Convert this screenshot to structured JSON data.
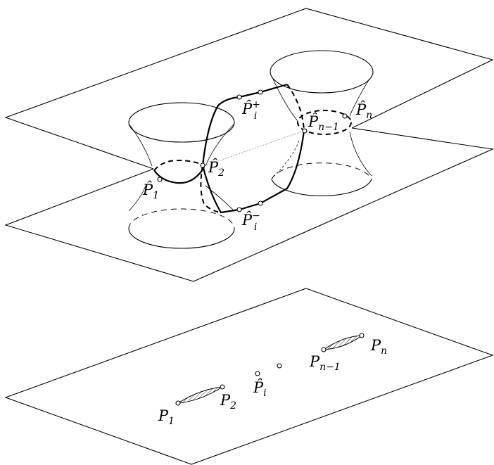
{
  "diagram": {
    "upper_labels": {
      "p1_hat": {
        "base": "P̂",
        "sub": "1"
      },
      "p2_hat": {
        "base": "P̂",
        "sub": "2"
      },
      "pi_plus_hat": {
        "base": "P̂",
        "sub": "i",
        "sup": "+"
      },
      "pi_minus_hat": {
        "base": "P̂",
        "sub": "i",
        "sup": "−"
      },
      "pn1_hat": {
        "base": "P̂",
        "sub": "n−1"
      },
      "pn_hat": {
        "base": "P̂",
        "sub": "n"
      }
    },
    "lower_labels": {
      "p1": {
        "base": "P",
        "sub": "1"
      },
      "p2": {
        "base": "P",
        "sub": "2"
      },
      "pi": {
        "base": "P̂",
        "sub": "i"
      },
      "pn1": {
        "base": "P",
        "sub": "n−1"
      },
      "pn": {
        "base": "P",
        "sub": "n"
      }
    }
  }
}
